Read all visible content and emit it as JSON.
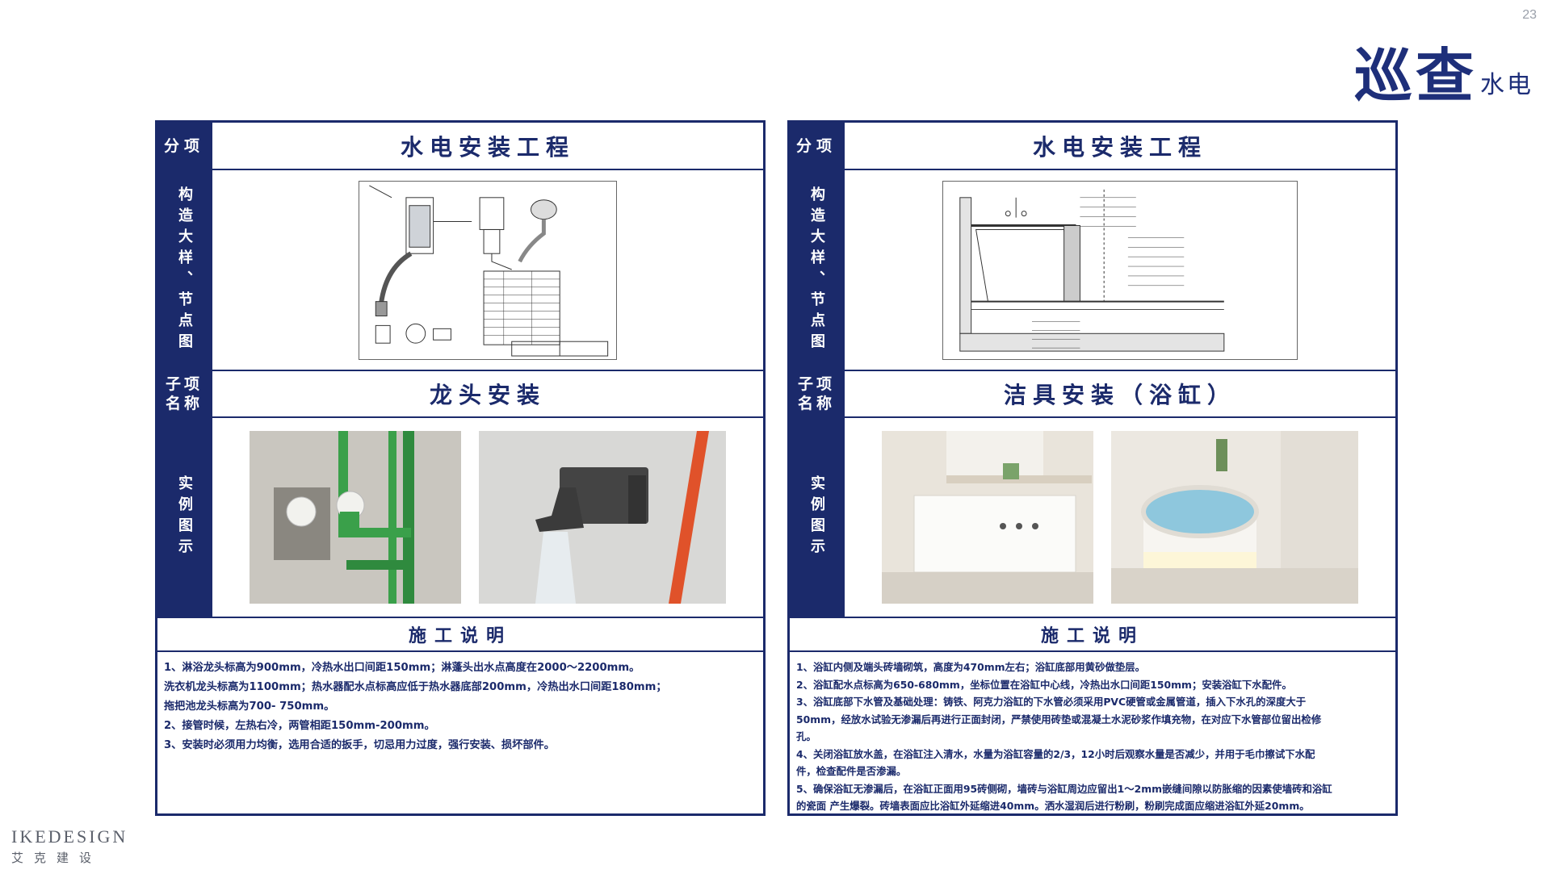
{
  "page_number": "23",
  "title": {
    "main": "巡查",
    "sub": "水电"
  },
  "brand": {
    "en": "IKEDESIGN",
    "cn": "艾克建设"
  },
  "colors": {
    "navy": "#1b2a6b",
    "title": "#1e2f7a"
  },
  "left": {
    "label_fenxiang": "分项",
    "heading": "水电安装工程",
    "label_gouzao": "构造大样、节点图",
    "label_zixiang": "子项名称",
    "subitem": "龙头安装",
    "label_shili": "实例图示",
    "notes_heading": "施工说明",
    "notes": [
      "1、淋浴龙头标高为900mm，冷热水出口间距150mm；淋蓬头出水点高度在2000～2200mm。",
      "洗衣机龙头标高为1100mm；热水器配水点标高应低于热水器底部200mm，冷热出水口间距180mm；",
      "拖把池龙头标高为700- 750mm。",
      "2、接管时候，左热右冷，两管相距150mm-200mm。",
      "3、安装时必须用力均衡，选用合适的扳手，切忌用力过度，强行安装、损坏部件。"
    ]
  },
  "right": {
    "label_fenxiang": "分项",
    "heading": "水电安装工程",
    "label_gouzao": "构造大样、节点图",
    "label_zixiang": "子项名称",
    "subitem": "洁具安装（浴缸）",
    "label_shili": "实例图示",
    "notes_heading": "施工说明",
    "notes": [
      "1、浴缸内侧及端头砖墙砌筑，高度为470mm左右；浴缸底部用黄砂做垫层。",
      "2、浴缸配水点标高为650-680mm，坐标位置在浴缸中心线，冷热出水口间距150mm；安装浴缸下水配件。",
      "3、浴缸底部下水管及基础处理：铸铁、阿克力浴缸的下水管必须采用PVC硬管或金属管道，插入下水孔的深度大于",
      "50mm，经放水试验无渗漏后再进行正面封闭，严禁使用砖垫或混凝土水泥砂浆作填充物，在对应下水管部位留出检修",
      "孔。",
      "4、关闭浴缸放水盖，在浴缸注入清水，水量为浴缸容量的2/3，12小时后观察水量是否减少，并用于毛巾擦试下水配",
      "件，检查配件是否渗漏。",
      "5、确保浴缸无渗漏后，在浴缸正面用95砖侧砌，墙砖与浴缸周边应留出1～2mm嵌缝间隙以防胀缩的因素使墙砖和浴缸",
      "的瓷面 产生爆裂。砖墙表面应比浴缸外延缩进40mm。洒水湿润后进行粉刷，粉刷完成面应缩进浴缸外延20mm。"
    ]
  }
}
